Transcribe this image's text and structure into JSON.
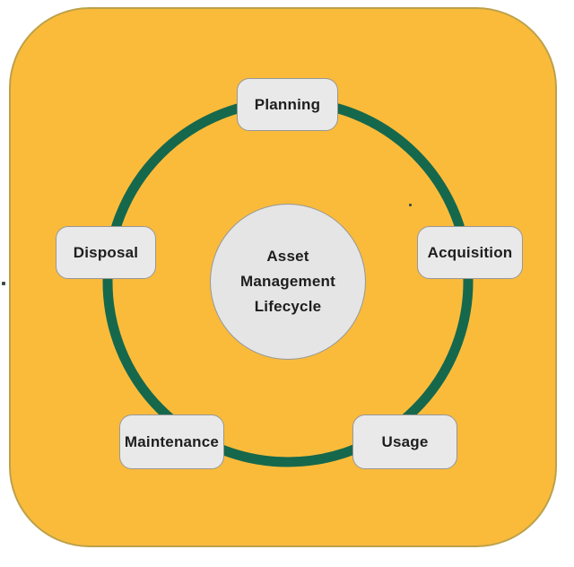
{
  "diagram": {
    "title": "Asset Management Lifecycle",
    "center_label_lines": [
      "Asset",
      "Management",
      "Lifecycle"
    ],
    "stages": [
      {
        "label": "Planning",
        "position": "top"
      },
      {
        "label": "Acquisition",
        "position": "right"
      },
      {
        "label": "Usage",
        "position": "bottom-right"
      },
      {
        "label": "Maintenance",
        "position": "bottom-left"
      },
      {
        "label": "Disposal",
        "position": "left"
      }
    ],
    "colors": {
      "background": "#FABB3B",
      "background_border": "#BCA14A",
      "ring": "#16684C",
      "node_fill": "#E9E9E9",
      "node_fill_circle": "#E5E5E5",
      "node_border": "#979797",
      "text": "#1E1E1E"
    }
  }
}
